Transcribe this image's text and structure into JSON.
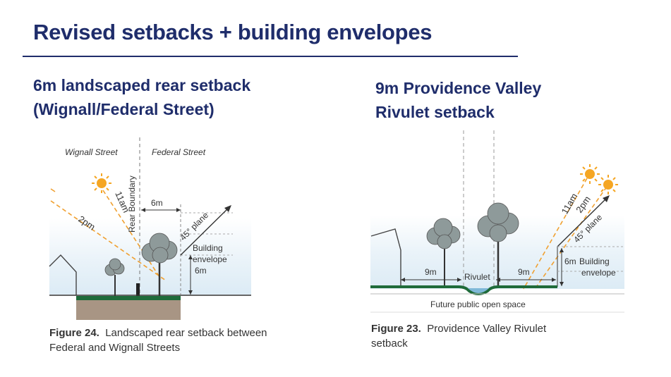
{
  "slide": {
    "title": "Revised setbacks + building envelopes"
  },
  "left_panel": {
    "heading_lines": [
      "6m landscaped rear setback",
      "(Wignall/Federal Street)"
    ],
    "diagram_labels": {
      "street_left": "Wignall Street",
      "street_right": "Federal Street",
      "boundary": "Rear Boundary",
      "sun_11am": "11am",
      "sun_2pm": "2pm",
      "setback": "6m",
      "plane": "45° plane",
      "envelope_line1": "Building",
      "envelope_line2": "envelope",
      "envelope_height": "6m"
    },
    "caption_fig": "Figure 24.",
    "caption_text": "Landscaped rear setback between Federal and Wignall Streets"
  },
  "right_panel": {
    "heading_lines": [
      "9m Providence Valley",
      "Rivulet setback"
    ],
    "diagram_labels": {
      "sun_11am": "11am",
      "sun_2pm": "2pm",
      "plane": "45° plane",
      "setback_left": "9m",
      "rivulet": "Rivulet",
      "setback_right": "9m",
      "envelope_height": "6m",
      "envelope_line1": "Building",
      "envelope_line2": "envelope",
      "open_space": "Future public open space"
    },
    "caption_fig": "Figure 23.",
    "caption_text": "Providence Valley Rivulet setback"
  },
  "colors": {
    "heading": "#1f2d6b",
    "sun": "#f5a623",
    "dashed_ray": "#f0a030",
    "grass": "#1e6b3a",
    "soil": "#a89584",
    "tree": "#8e9a9a",
    "water": "#7fb8d8",
    "sky": "#e6f1f8"
  }
}
